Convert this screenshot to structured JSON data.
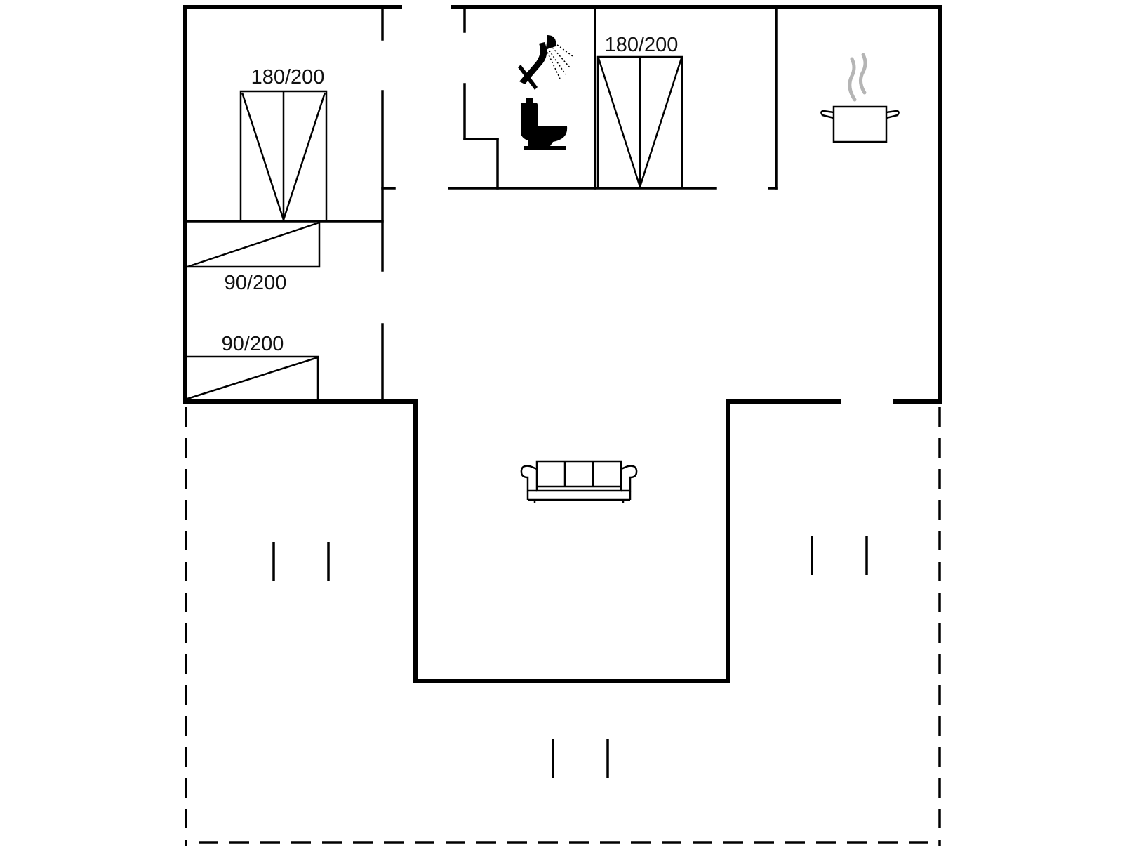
{
  "floorplan": {
    "bed_labels": {
      "bedroom_double": "180/200",
      "bathroom_double": "180/200",
      "single_upper": "90/200",
      "single_lower": "90/200"
    },
    "icons": [
      "shower-icon",
      "toilet-icon",
      "cooking-pot-icon",
      "sofa-icon"
    ],
    "colors": {
      "line": "#000000",
      "background": "#ffffff",
      "steam": "#b5b5b5"
    }
  }
}
